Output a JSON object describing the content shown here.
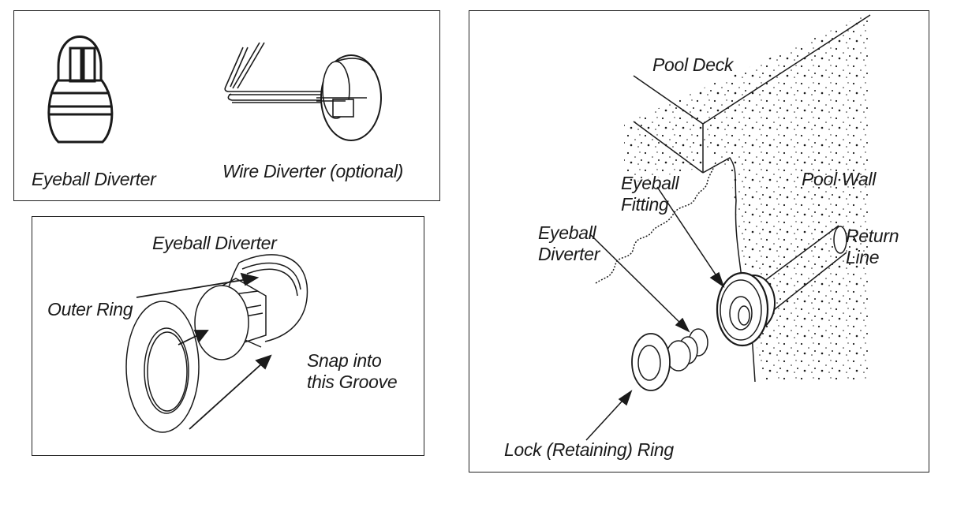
{
  "panels": {
    "top_left": {
      "labels": {
        "eyeball_diverter": "Eyeball Diverter",
        "wire_diverter": "Wire Diverter (optional)"
      }
    },
    "bottom_left": {
      "labels": {
        "eyeball_diverter": "Eyeball Diverter",
        "outer_ring": "Outer Ring",
        "snap_groove": "Snap into\nthis Groove"
      }
    },
    "right": {
      "labels": {
        "pool_deck": "Pool Deck",
        "pool_wall": "Pool Wall",
        "eyeball_fitting": "Eyeball\nFitting",
        "eyeball_diverter": "Eyeball\nDiverter",
        "return_line": "Return\nLine",
        "lock_ring": "Lock (Retaining) Ring"
      }
    }
  },
  "colors": {
    "line": "#1a1a1a",
    "background": "#ffffff"
  }
}
